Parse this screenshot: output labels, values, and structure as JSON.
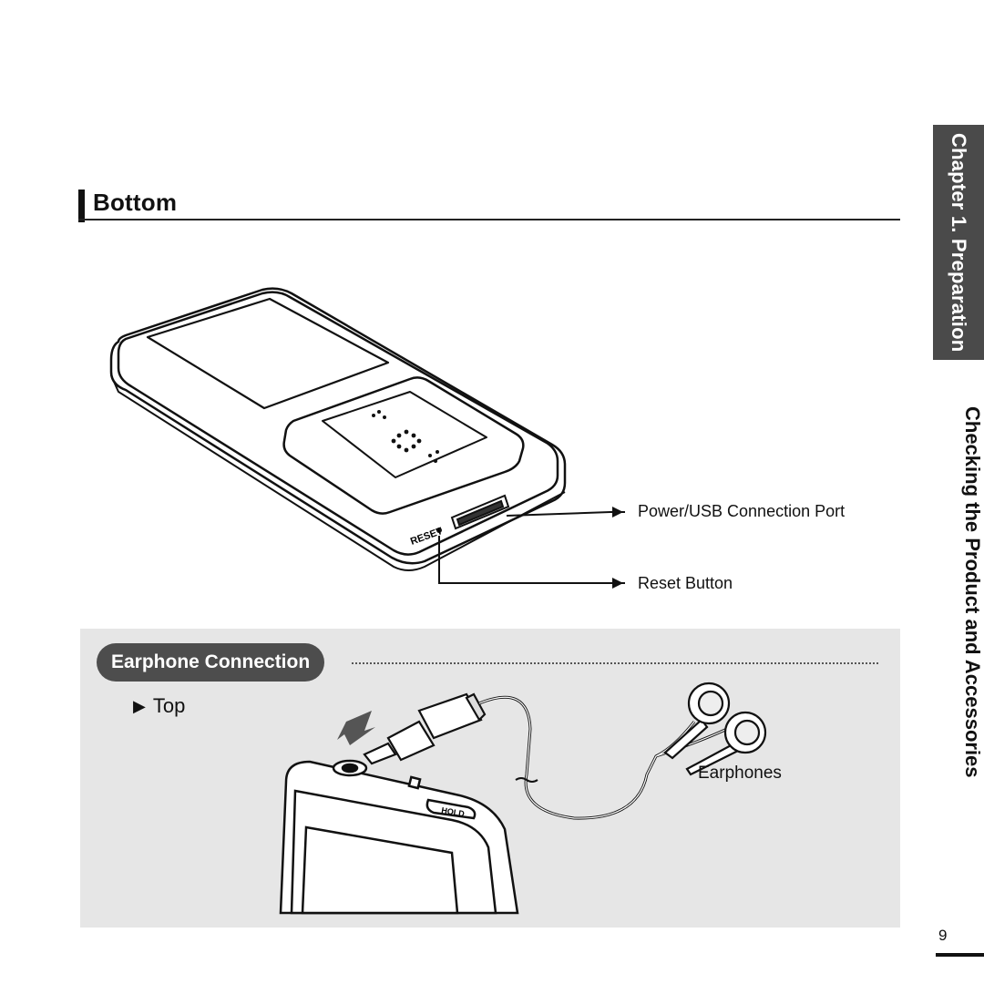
{
  "section": {
    "title": "Bottom"
  },
  "side": {
    "chapter": "Chapter 1. Preparation",
    "subtitle": "Checking the Product and Accessories"
  },
  "device_labels": {
    "reset_print": "RESET",
    "hold_print": "HOLD"
  },
  "callouts": {
    "power_usb": "Power/USB Connection Port",
    "reset": "Reset Button"
  },
  "earphone_section": {
    "title": "Earphone Connection",
    "top_label": "Top",
    "earphones_label": "Earphones"
  },
  "page": {
    "number": "9"
  },
  "colors": {
    "side_tab": "#4a4a4a",
    "panel_bg": "#e6e6e6",
    "pill_bg": "#4d4d4d"
  },
  "icons": {
    "bullet": "play-triangle-icon"
  }
}
